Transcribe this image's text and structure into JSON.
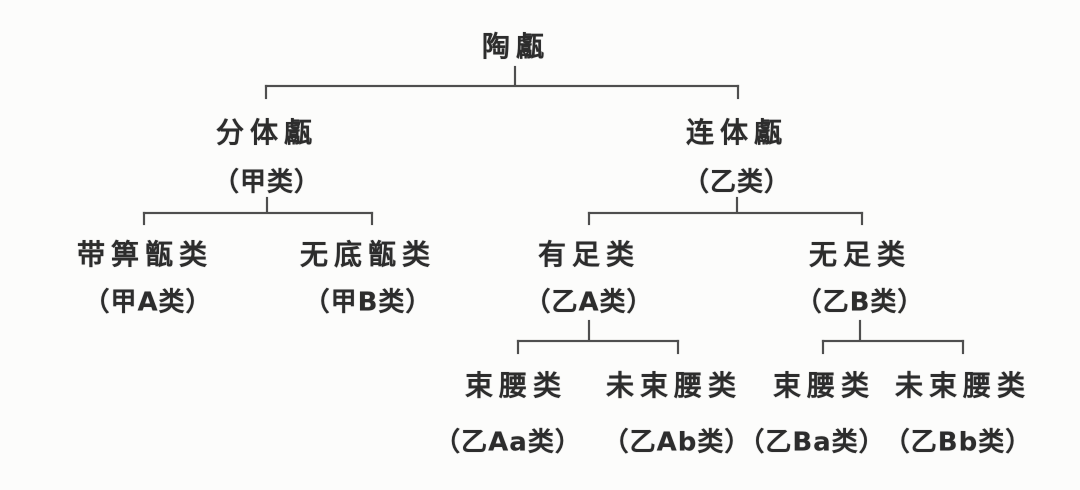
{
  "diagram": {
    "type": "classification-tree",
    "root": {
      "label": "陶甗",
      "children": [
        {
          "label": "分体甗",
          "sub": "（甲类）",
          "children": [
            {
              "label": "带箅甑类",
              "sub": "（甲A类）"
            },
            {
              "label": "无底甑类",
              "sub": "（甲B类）"
            }
          ]
        },
        {
          "label": "连体甗",
          "sub": "（乙类）",
          "children": [
            {
              "label": "有足类",
              "sub": "（乙A类）",
              "children": [
                {
                  "label": "束腰类",
                  "sub": "（乙Aa类）"
                },
                {
                  "label": "未束腰类",
                  "sub": "（乙Ab类）"
                }
              ]
            },
            {
              "label": "无足类",
              "sub": "（乙B类）",
              "children": [
                {
                  "label": "束腰类",
                  "sub": "（乙Ba类）"
                },
                {
                  "label": "未束腰类",
                  "sub": "（乙Bb类）"
                }
              ]
            }
          ]
        }
      ]
    },
    "colors": {
      "text": "#2d2d2d",
      "line": "#4f4f4f",
      "background": "#fcfcfb"
    }
  }
}
